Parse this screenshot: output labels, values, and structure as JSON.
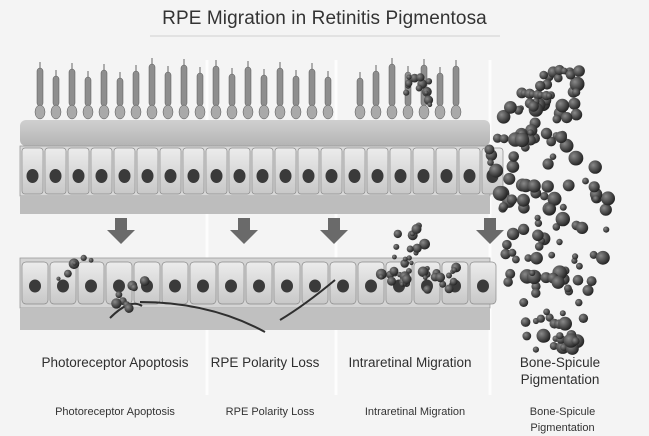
{
  "title": "RPE Migration in Retinitis Pigmentosa",
  "panels": [
    {
      "label": "Photoreceptor Apoptosis",
      "caption": "Photoreceptor Apoptosis"
    },
    {
      "label": "RPE Polarity Loss",
      "caption": "RPE Polarity Loss"
    },
    {
      "label": "Intraretinal Migration",
      "caption": "Intraretinal Migration"
    },
    {
      "label": "Bone-Spicule Pigmentation",
      "caption": "Bone-Spicule Pigmentation"
    }
  ],
  "colors": {
    "background": "#f4f4f4",
    "cell_fill": "#dcdcdc",
    "nucleus": "#3a3a3a",
    "pigment": "#2e2e2e",
    "arrow": "#6a6a6a"
  }
}
